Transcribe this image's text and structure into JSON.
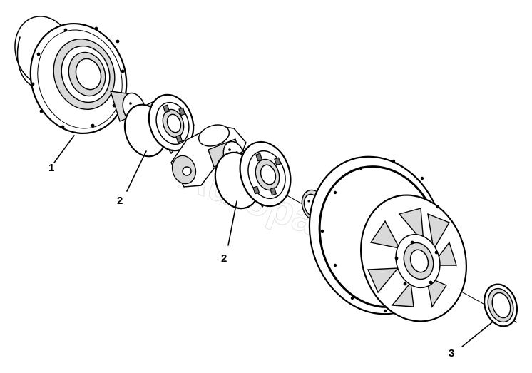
{
  "callouts": [
    {
      "id": "c1",
      "text": "1"
    },
    {
      "id": "c2a",
      "text": "2"
    },
    {
      "id": "c2b",
      "text": "2"
    },
    {
      "id": "c3",
      "text": "3"
    }
  ],
  "watermark": "Autoparts",
  "colors": {
    "line": "#000000",
    "shade": "#d9d9d9",
    "dark": "#7a7a7a",
    "background": "#ffffff"
  }
}
